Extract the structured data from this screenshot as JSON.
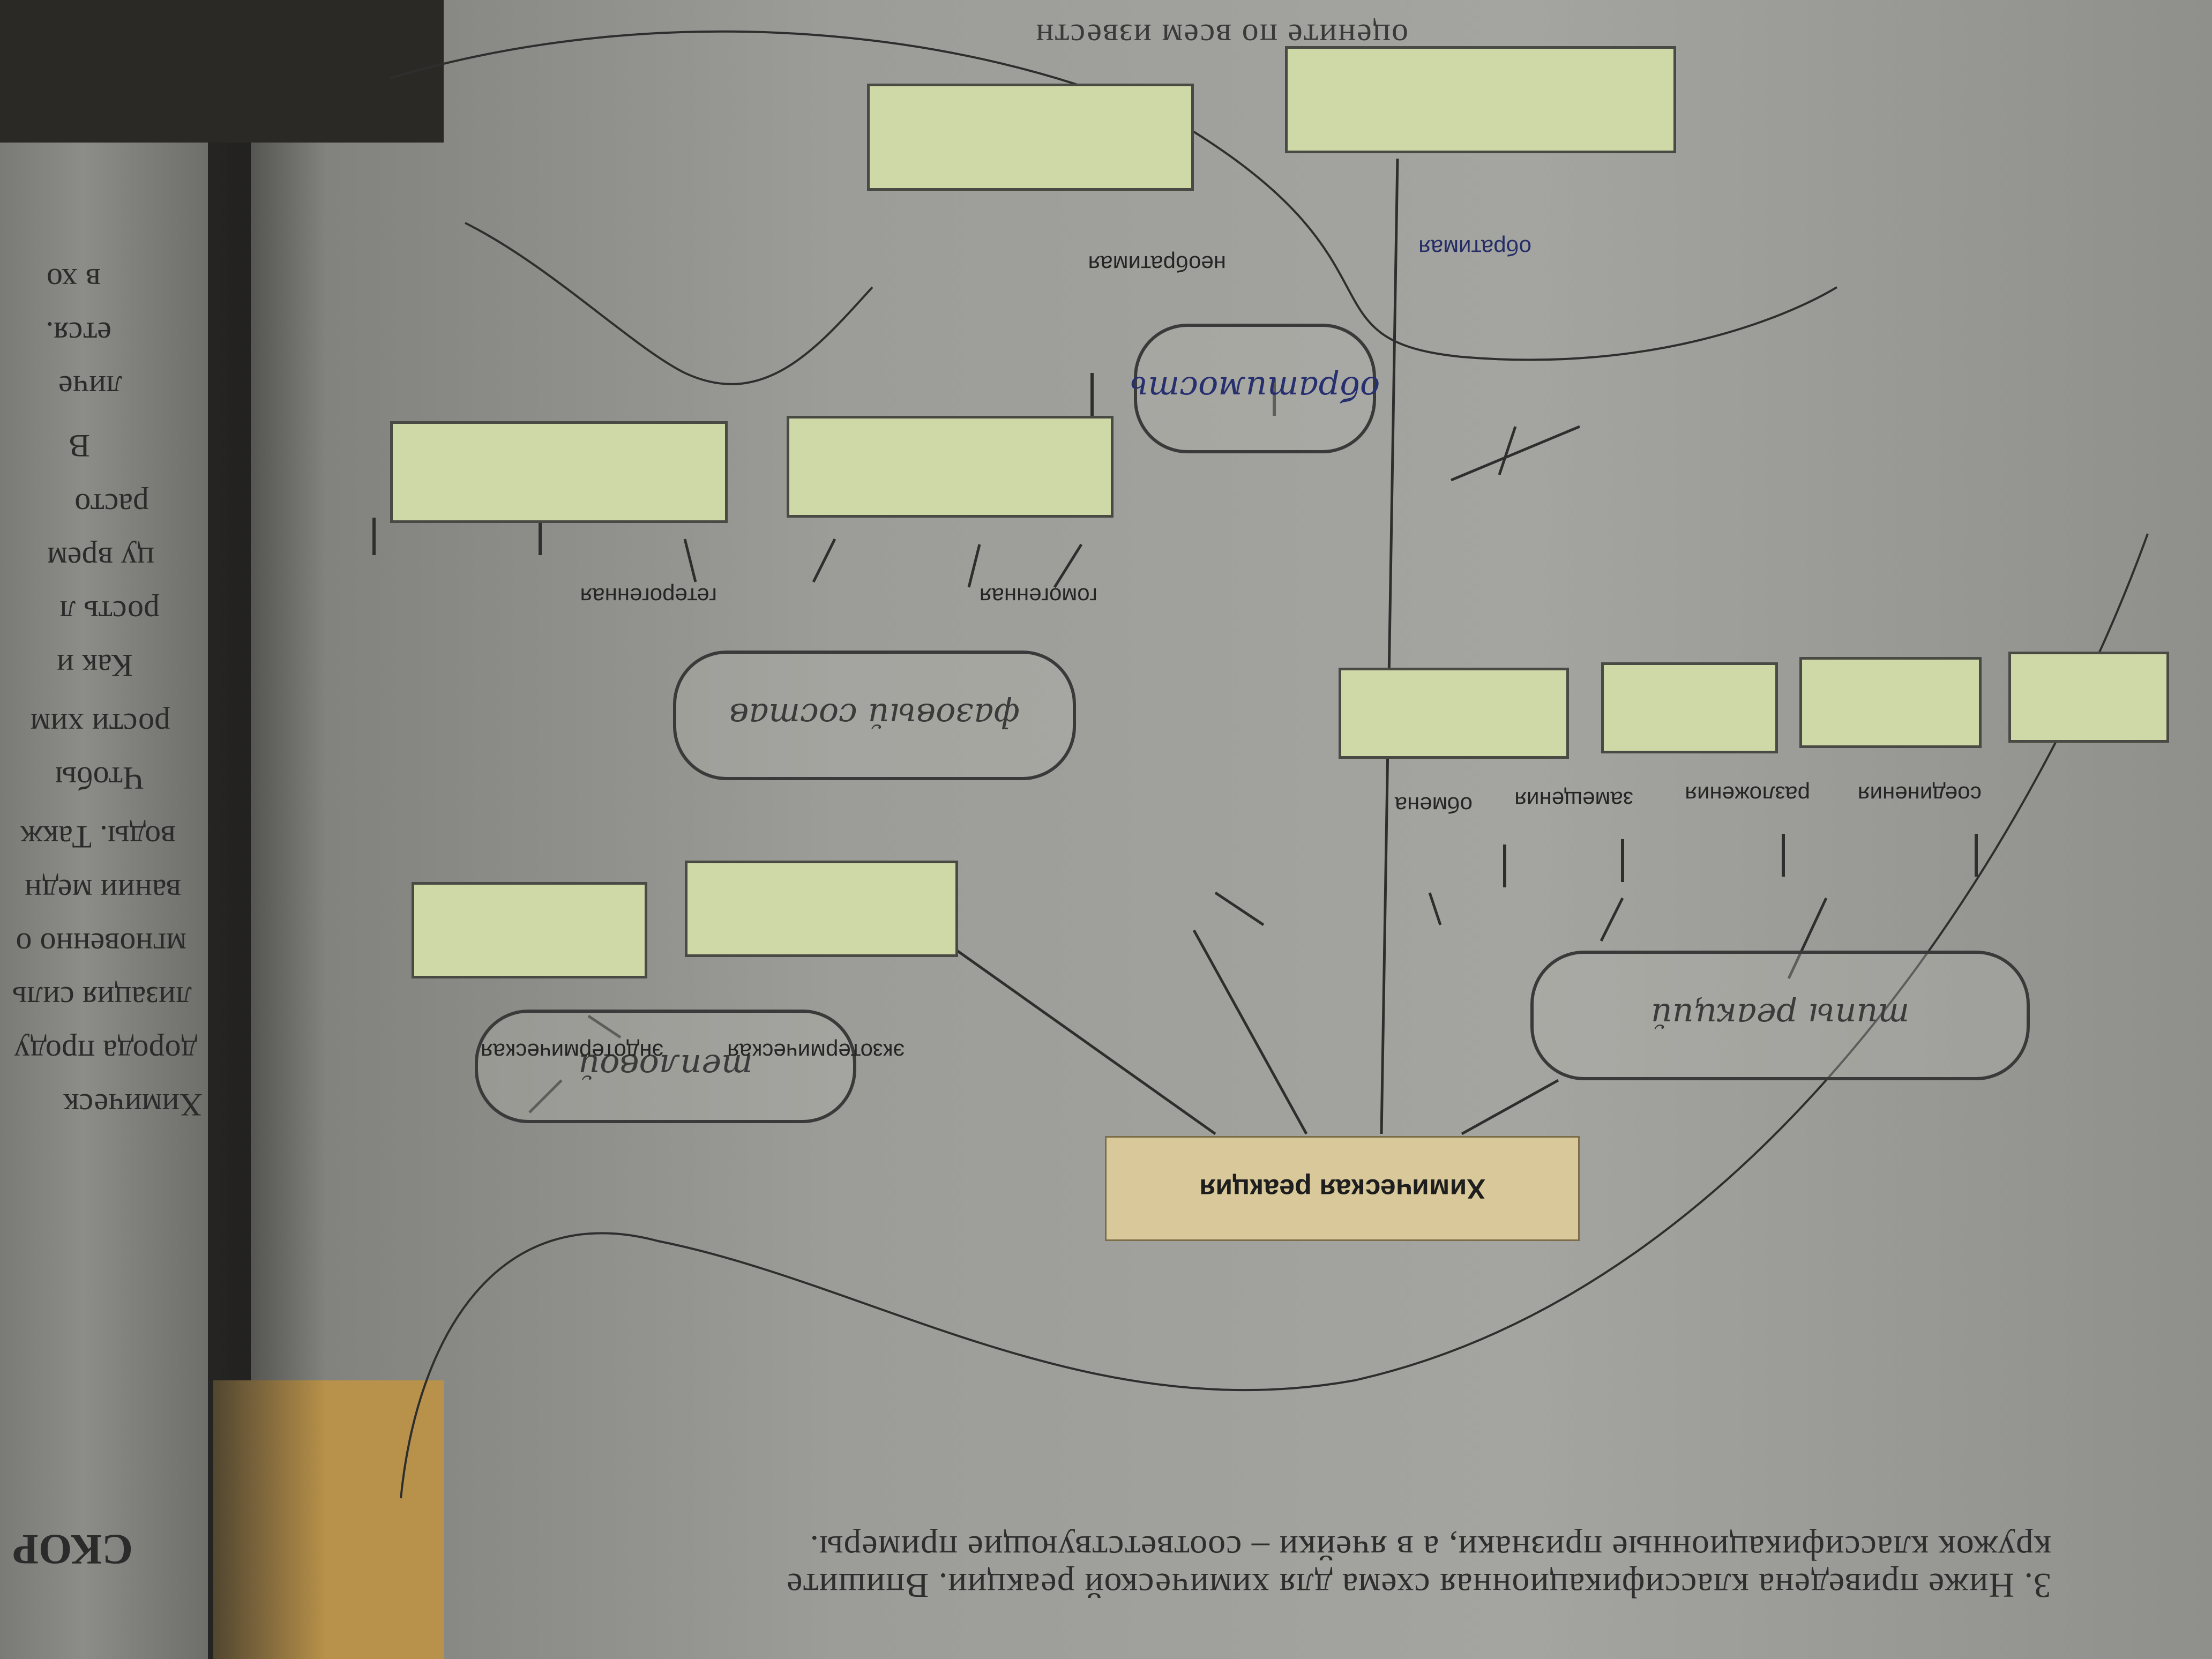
{
  "book": {
    "header_word": "СКОР",
    "question_lines": [
      "3. Ниже приведена классификационная схема для химической реакции. Впишите",
      "кружок классификационные признаки, а в ячейки – соответствующие примеры."
    ],
    "bottom_line": "оцените по всем известн",
    "left_column_words": [
      "Химическ",
      "дорода проду",
      "лизация силь",
      "мгновенно о",
      "вании медн",
      "воды. Такж",
      "Чтобы",
      "рости хим",
      "Как и",
      "рость л",
      "цу врем",
      "расто",
      "В",
      "личе",
      "ется.",
      "в хо"
    ]
  },
  "scheme": {
    "root_label": "Химическая реакция",
    "branches": [
      {
        "handwritten_feature": "тепловой",
        "options": [
          "экзотермическая",
          "эндотермическая"
        ]
      },
      {
        "handwritten_feature": "фазовый состав",
        "options": [
          "гомогенная",
          "гетерогенная"
        ]
      },
      {
        "handwritten_feature": "обратимость",
        "options": [
          "необратимая",
          "обратимая"
        ]
      },
      {
        "handwritten_feature": "типы реакций",
        "options": [
          "соединения",
          "разложения",
          "замещения",
          "обмена"
        ]
      }
    ]
  },
  "colors": {
    "cell_fill": "#cfd9a8",
    "root_fill": "#d9c99a",
    "handwriting_blue": "#27306e",
    "paper_gray": "#9c9c98"
  }
}
